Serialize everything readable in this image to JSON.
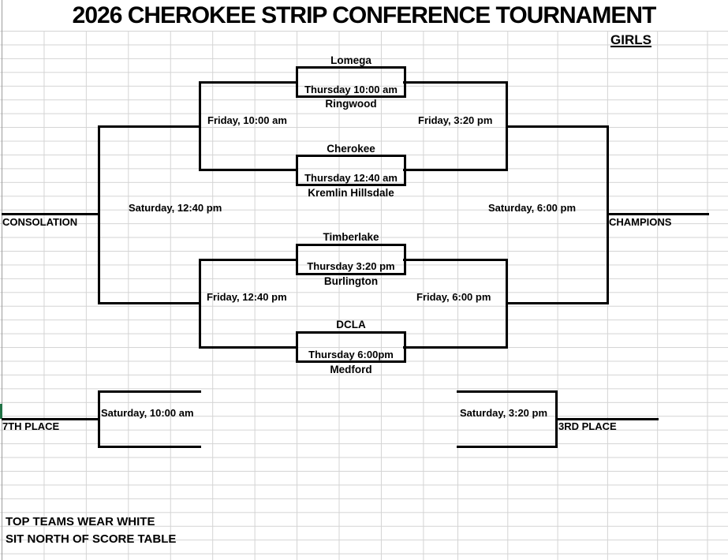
{
  "title": "2026 CHEROKEE STRIP CONFERENCE TOURNAMENT",
  "division": "GIRLS",
  "bracket": {
    "games": [
      {
        "top": "Lomega",
        "time": "Thursday 10:00 am",
        "bottom": "Ringwood"
      },
      {
        "top": "Cherokee",
        "time": "Thursday 12:40 am",
        "bottom": "Kremlin Hillsdale"
      },
      {
        "top": "Timberlake",
        "time": "Thursday 3:20 pm",
        "bottom": "Burlington"
      },
      {
        "top": "DCLA",
        "time": "Thursday 6:00pm",
        "bottom": "Medford"
      }
    ],
    "rounds": {
      "left_semi_top": "Friday, 10:00 am",
      "left_semi_bottom": "Friday, 12:40 pm",
      "right_semi_top": "Friday, 3:20 pm",
      "right_semi_bottom": "Friday, 6:00 pm",
      "consolation_final": "Saturday, 12:40 pm",
      "championship": "Saturday, 6:00 pm",
      "seventh_place_game": "Saturday, 10:00 am",
      "third_place_game": "Saturday, 3:20 pm"
    },
    "labels": {
      "consolation": "CONSOLATION",
      "champions": "CHAMPIONS",
      "seventh_place": "7TH PLACE",
      "third_place": "3RD PLACE"
    }
  },
  "notes": [
    "TOP TEAMS WEAR WHITE",
    "SIT NORTH OF SCORE TABLE"
  ],
  "colors": {
    "line": "#000000",
    "grid": "#d4d4d4",
    "selection_green": "#217346"
  }
}
